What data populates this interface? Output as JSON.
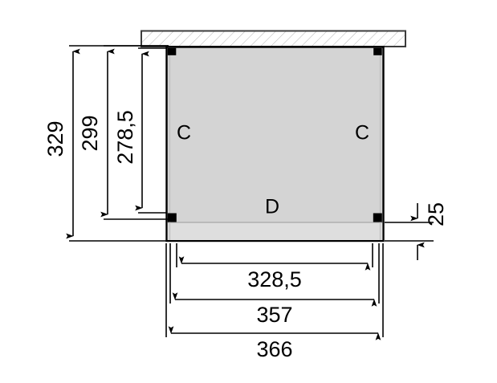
{
  "drawing": {
    "type": "technical-elevation-drawing",
    "units": "cm",
    "background_color": "#ffffff",
    "line_color": "#000000",
    "wall_fill_color": "#d4d4d4",
    "plinth_fill_color": "#dedede",
    "roof_fill_color": "#ffffff",
    "post_color": "#000000"
  },
  "dimensions": {
    "vertical": [
      {
        "id": "total-height",
        "value": "329"
      },
      {
        "id": "wall-height",
        "value": "299"
      },
      {
        "id": "clear-height",
        "value": "278,5"
      },
      {
        "id": "plinth-height",
        "value": "25"
      }
    ],
    "horizontal": [
      {
        "id": "inner-width",
        "value": "328,5"
      },
      {
        "id": "post-center-width",
        "value": "357"
      },
      {
        "id": "total-width",
        "value": "366"
      }
    ]
  },
  "part_labels": [
    {
      "id": "post-left",
      "value": "C"
    },
    {
      "id": "post-right",
      "value": "C"
    },
    {
      "id": "beam-bottom",
      "value": "D"
    }
  ]
}
